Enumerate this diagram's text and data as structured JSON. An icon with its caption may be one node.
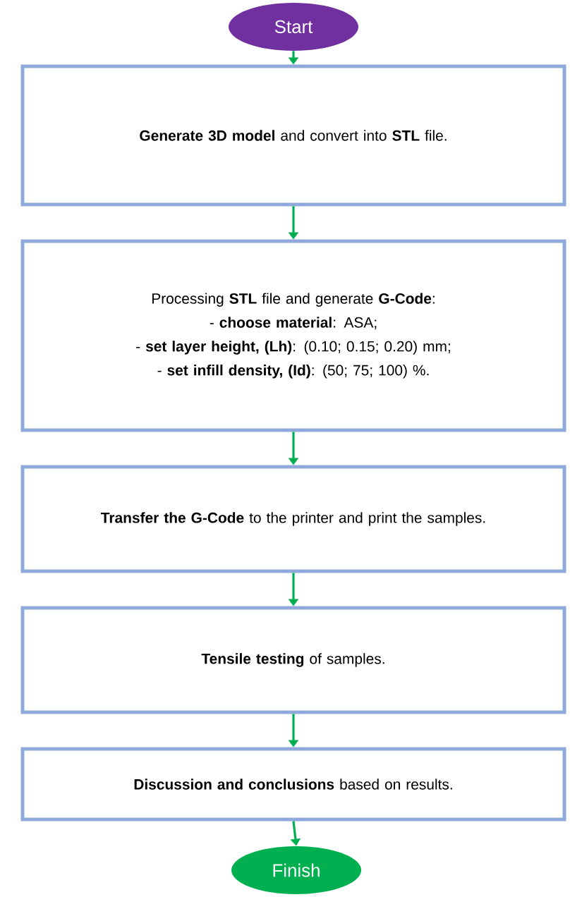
{
  "diagram": {
    "nodes": [
      {
        "text": [
          "Start"
        ]
      },
      {
        "text": [
          "**Generate 3D model** and convert into **STL** file."
        ]
      },
      {
        "text": [
          "Processing **STL** file and generate **G-Code**:",
          "- **choose material**: ASA;",
          "- **set layer height, (Lh)**: (0.10; 0.15; 0.20) mm;",
          "- **set infill density, (Id)**: (50; 75; 100) %."
        ]
      },
      {
        "text": [
          "**Transfer the G-Code** to the printer and print the samples."
        ]
      },
      {
        "text": [
          "**Tensile testing** of samples."
        ]
      },
      {
        "text": [
          "**Discussion and conclusions** based on results."
        ]
      },
      {
        "text": [
          "Finish"
        ]
      }
    ],
    "edges": [
      {
        "from": 0,
        "to": 1,
        "arrow": "to"
      },
      {
        "from": 1,
        "to": 2,
        "arrow": "to"
      },
      {
        "from": 2,
        "to": 3,
        "arrow": "to"
      },
      {
        "from": 3,
        "to": 4,
        "arrow": "to"
      },
      {
        "from": 4,
        "to": 5,
        "arrow": "to"
      },
      {
        "from": 5,
        "to": 6,
        "arrow": "to"
      }
    ]
  }
}
